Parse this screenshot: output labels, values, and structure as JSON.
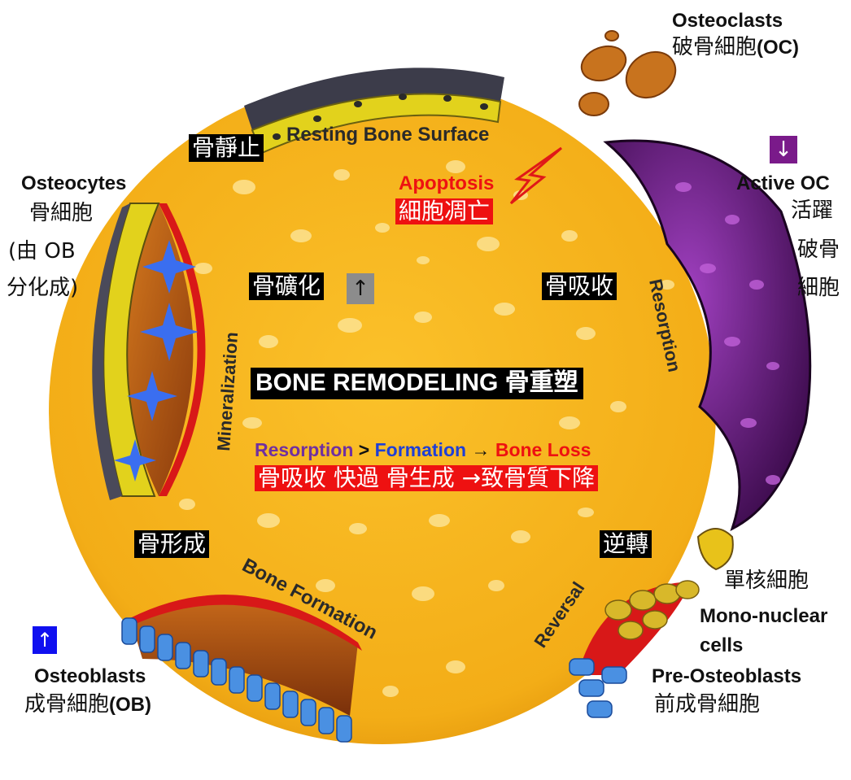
{
  "colors": {
    "bone": "#f5b51f",
    "osteoclast": "#5a1a6e",
    "osteoblast": "#4a90e2",
    "lining": "#e2d21c",
    "red_front": "#e01818",
    "purple_text": "#7030a0",
    "blue_text": "#1f3fd6",
    "up_box_blue": "#1010f0",
    "down_box_purple": "#7a1a8a",
    "up_box_grey": "#8c8c8c"
  },
  "icons": {
    "lightning": "lightning-icon",
    "up_arrow": "up-arrow-icon",
    "down_arrow": "down-arrow-icon",
    "right_arrow": "right-arrow-icon"
  },
  "labels": {
    "osteoclasts_en": "Osteoclasts",
    "osteoclasts_zh_pre": "破骨細胞",
    "osteoclasts_zh_abbr": "(OC)",
    "resting_surface": "Resting Bone Surface",
    "resting_zh": "骨靜止",
    "apoptosis_en": "Apoptosis",
    "apoptosis_zh": "細胞凋亡",
    "active_oc_arrow": "↓",
    "active_oc_en": "Active OC",
    "active_oc_zh_1": "活躍",
    "active_oc_zh_2": "破骨",
    "active_oc_zh_3": "細胞",
    "osteocytes_en": "Osteocytes",
    "osteocytes_zh": "骨細胞",
    "osteocytes_note_1": "(由 OB",
    "osteocytes_note_2": "分化成)",
    "mineralization_zh": "骨礦化",
    "mineralization_arrow": "↑",
    "resorption_zh": "骨吸收",
    "mineralization_en": "Mineralization",
    "resorption_en": "Resorption",
    "title": "BONE REMODELING 骨重塑",
    "summary_resorption": "Resorption",
    "summary_gt": " > ",
    "summary_formation": "Formation",
    "summary_arrow": " → ",
    "summary_loss": "Bone Loss",
    "summary_zh": "骨吸收 快過 骨生成 →致骨質下降",
    "formation_zh": "骨形成",
    "reversal_zh": "逆轉",
    "formation_en": "Bone Formation",
    "reversal_en": "Reversal",
    "mono_zh": "單核細胞",
    "mono_en_1": "Mono-nuclear",
    "mono_en_2": "cells",
    "ob_arrow": "↑",
    "ob_en": "Osteoblasts",
    "ob_zh_pre": "成骨細胞",
    "ob_zh_abbr": "(OB)",
    "preob_en": "Pre-Osteoblasts",
    "preob_zh": "前成骨細胞"
  }
}
